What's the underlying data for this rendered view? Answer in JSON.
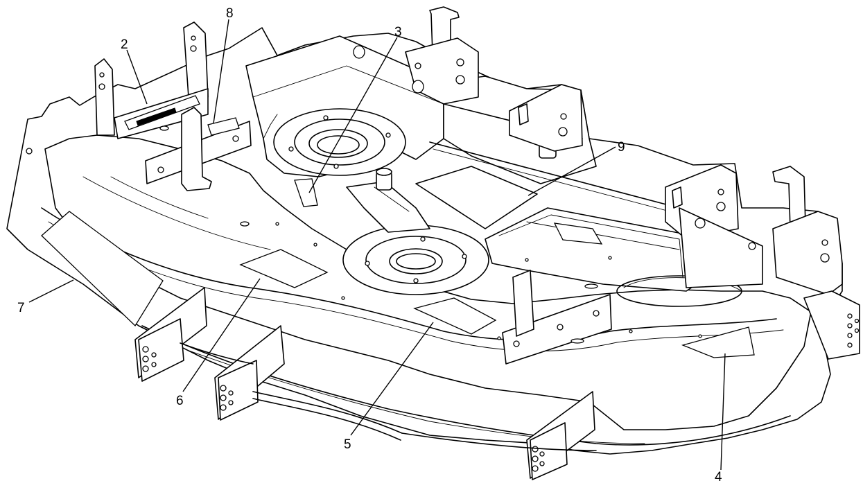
{
  "diagram": {
    "callouts": [
      {
        "id": "c2",
        "label": "2"
      },
      {
        "id": "c8",
        "label": "8"
      },
      {
        "id": "c3",
        "label": "3"
      },
      {
        "id": "c9",
        "label": "9"
      },
      {
        "id": "c7",
        "label": "7"
      },
      {
        "id": "c6",
        "label": "6"
      },
      {
        "id": "c5",
        "label": "5"
      },
      {
        "id": "c4",
        "label": "4"
      }
    ]
  }
}
